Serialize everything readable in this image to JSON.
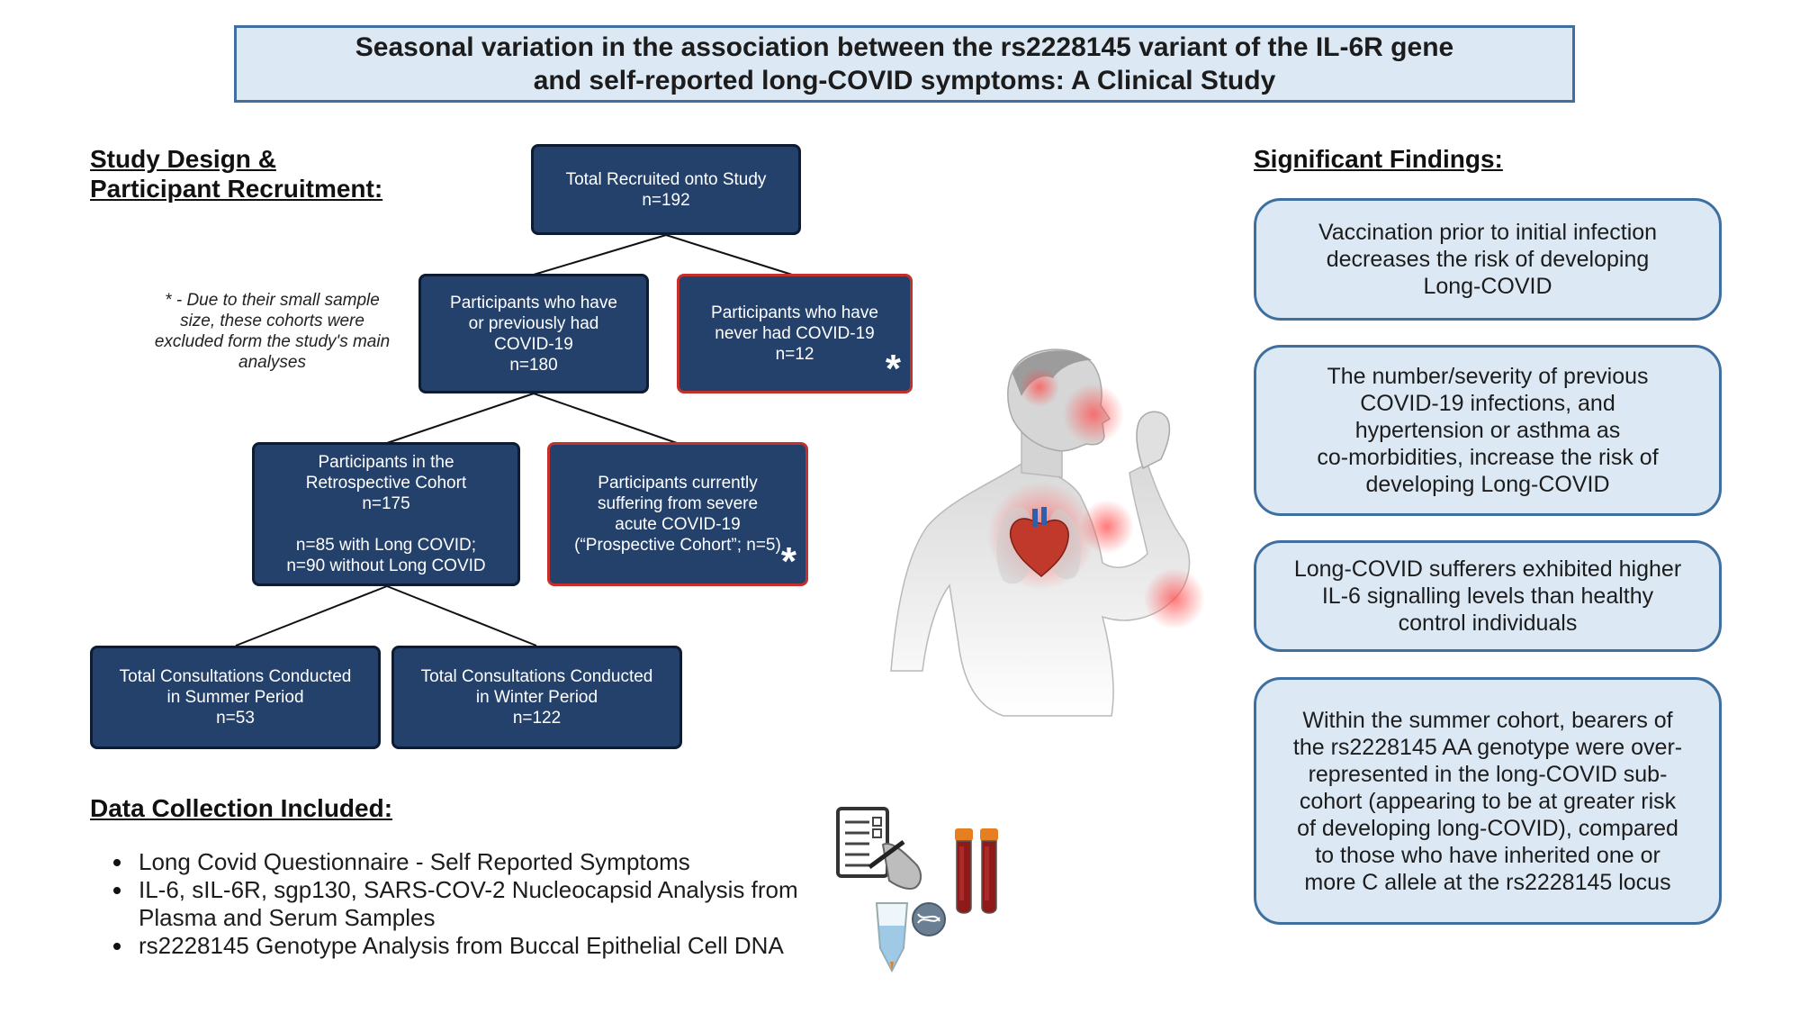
{
  "title": {
    "line1": "Seasonal variation in the association between the rs2228145 variant of the IL-6R gene",
    "line2": "and self-reported long-COVID symptoms: A Clinical Study"
  },
  "study_design": {
    "heading_line1": "Study Design &",
    "heading_line2": "Participant Recruitment:"
  },
  "note": "* - Due to their small sample size, these cohorts were excluded form the study's main analyses",
  "flow": {
    "total": {
      "line1": "Total Recruited onto Study",
      "line2": "n=192"
    },
    "covid": {
      "line1": "Participants who have",
      "line2": "or previously had",
      "line3": "COVID-19",
      "line4": "n=180"
    },
    "never": {
      "line1": "Participants who have",
      "line2": "never had COVID-19",
      "line3": "n=12",
      "mark": "*"
    },
    "retro": {
      "line1": "Participants in the",
      "line2": "Retrospective Cohort",
      "line3": "n=175",
      "line4": "n=85 with Long COVID;",
      "line5": "n=90 without Long COVID"
    },
    "prospective": {
      "line1": "Participants currently",
      "line2": "suffering from severe",
      "line3": "acute COVID-19",
      "line4": "(“Prospective Cohort”; n=5)",
      "mark": "*"
    },
    "summer": {
      "line1": "Total Consultations Conducted",
      "line2": "in Summer Period",
      "line3": "n=53"
    },
    "winter": {
      "line1": "Total Consultations Conducted",
      "line2": "in Winter Period",
      "line3": "n=122"
    }
  },
  "data_collection": {
    "heading": "Data Collection Included:",
    "items": [
      {
        "line1": "Long Covid Questionnaire -  Self Reported Symptoms"
      },
      {
        "line1": "IL-6, sIL-6R, sgp130, SARS-COV-2 Nucleocapsid Analysis from",
        "line2": "Plasma and Serum Samples"
      },
      {
        "line1": "rs2228145 Genotype Analysis from Buccal Epithelial Cell DNA"
      }
    ]
  },
  "findings": {
    "heading": "Significant Findings:",
    "items": [
      {
        "lines": [
          "Vaccination prior to initial infection",
          "decreases the risk of developing",
          "Long-COVID"
        ]
      },
      {
        "lines": [
          "The number/severity of previous",
          "COVID-19 infections, and",
          "hypertension or asthma as",
          "co-morbidities, increase the risk of",
          "developing Long-COVID"
        ]
      },
      {
        "lines": [
          "Long-COVID sufferers exhibited higher",
          "IL-6 signalling levels than healthy",
          "control individuals"
        ]
      },
      {
        "lines": [
          "Within the summer cohort, bearers of",
          "the rs2228145 AA genotype were over-",
          "represented in the long-COVID sub-",
          "cohort (appearing to be at greater risk",
          "of developing long-COVID), compared",
          "to those who have inherited one or",
          "more C allele at the rs2228145 locus"
        ]
      }
    ]
  },
  "icons": {
    "person": "coughing-person-illustration",
    "questionnaire": "clipboard-questionnaire-icon",
    "blood": "blood-tubes-icon",
    "dna": "dna-sample-tube-icon"
  },
  "colors": {
    "navy": "#23416b",
    "red_border": "#c4302b",
    "light_blue": "#dce9f5",
    "blue_border": "#3f6f9f"
  }
}
